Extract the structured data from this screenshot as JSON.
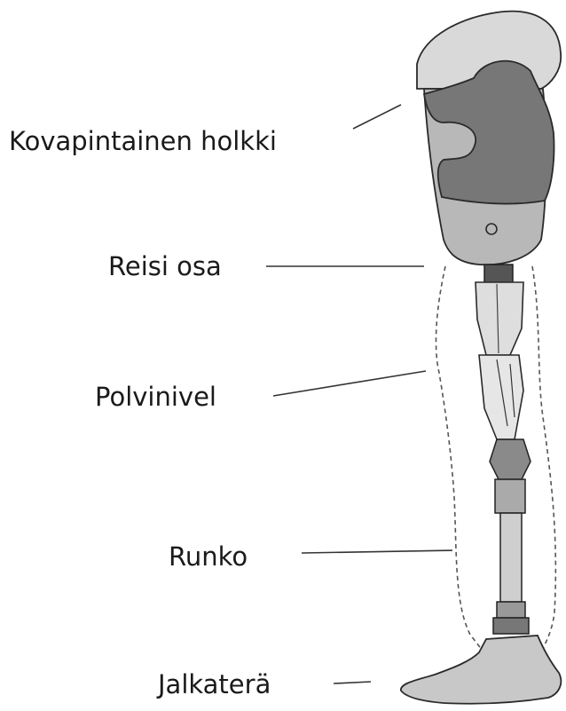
{
  "labels": {
    "socket": "Kovapintainen holkki",
    "thigh": "Reisi osa",
    "knee": "Polvinivel",
    "pylon": "Runko",
    "foot": "Jalkaterä"
  },
  "colors": {
    "socket_dark": "#7a7a7a",
    "socket_light": "#b3b3b3",
    "limb_outline": "#2a2a2a",
    "leader_line": "#333333",
    "metal_light": "#d9d9d9",
    "metal_mid": "#9a9a9a",
    "metal_dark": "#555555",
    "foot_fill": "#c8c8c8"
  }
}
